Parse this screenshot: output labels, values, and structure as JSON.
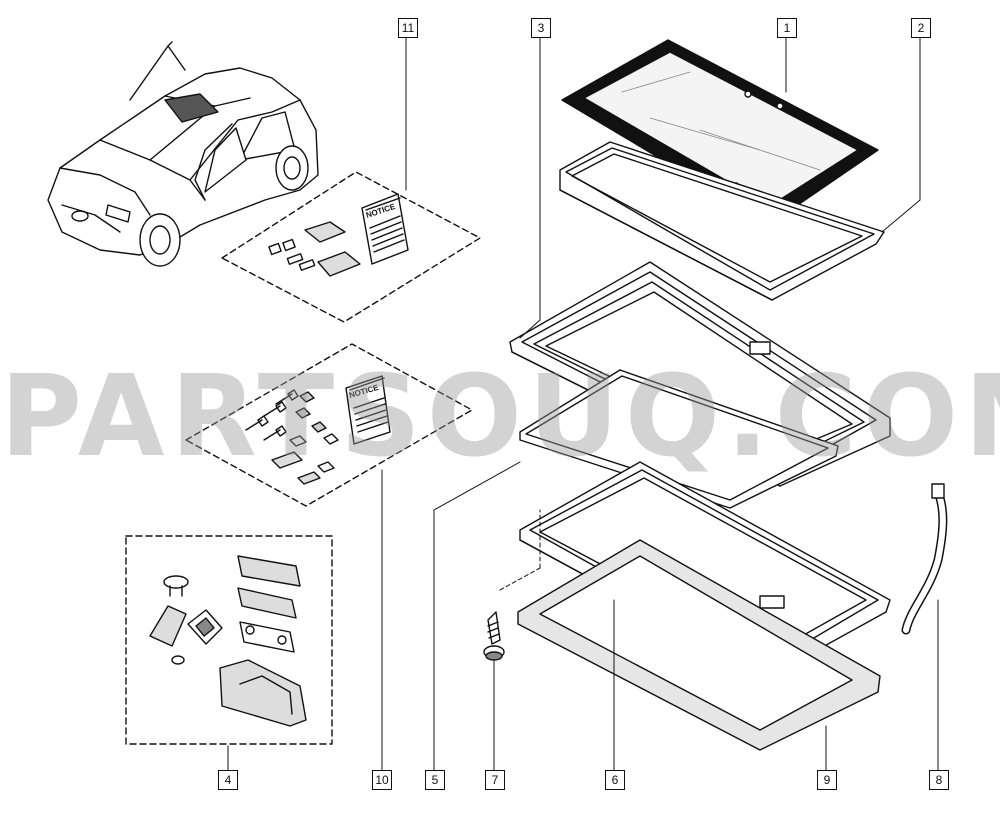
{
  "diagram": {
    "callouts": {
      "c1": "1",
      "c2": "2",
      "c3": "3",
      "c4": "4",
      "c5": "5",
      "c6": "6",
      "c7": "7",
      "c8": "8",
      "c9": "9",
      "c10": "10",
      "c11": "11"
    },
    "kit_labels": {
      "kit11_booklet": "NOTICE",
      "kit10_booklet": "NOTICE"
    },
    "watermark": "PARTSOUQ.COM"
  }
}
